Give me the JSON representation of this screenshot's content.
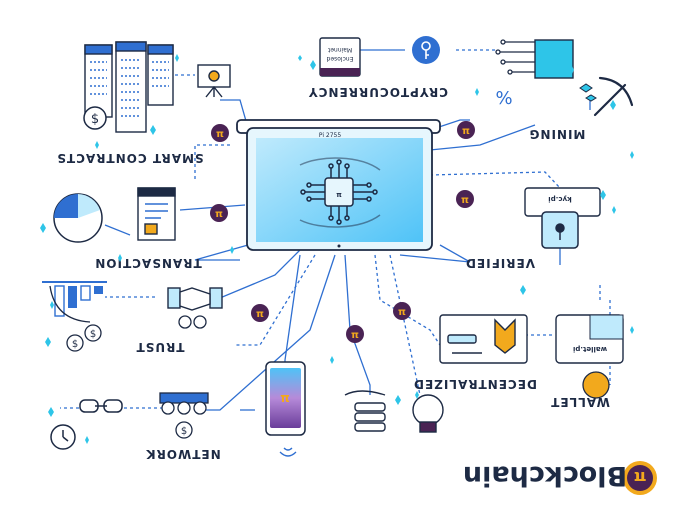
{
  "labels": {
    "cryptocurrency": "CRYPTOCURRENCY",
    "smart_contracts": "SMART CONTRACTS",
    "mining": "MINING",
    "transaction": "TRANSACTION",
    "verified": "VERIFIED",
    "trust": "TRUST",
    "decentralized": "DECENTRALIZED",
    "wallet": "WALLET",
    "network": "NETWORK"
  },
  "brand": {
    "name": "Blockchain",
    "logo_letter": "π"
  },
  "texts": {
    "book_line1": "Mainnet",
    "book_line2": "Enclosed",
    "monitor_caption": "Pi 2755",
    "kyc_tag": "kyc.pi",
    "wallet_tag": "wallet.pi",
    "percent": "%"
  },
  "badges": {
    "symbol": "π"
  },
  "colors": {
    "navy": "#1d2a44",
    "blue": "#2f6fd1",
    "sky": "#4fc3f7",
    "cyan": "#2ec5e8",
    "pi_purple": "#4a2354",
    "pi_gold": "#f2a91d"
  }
}
